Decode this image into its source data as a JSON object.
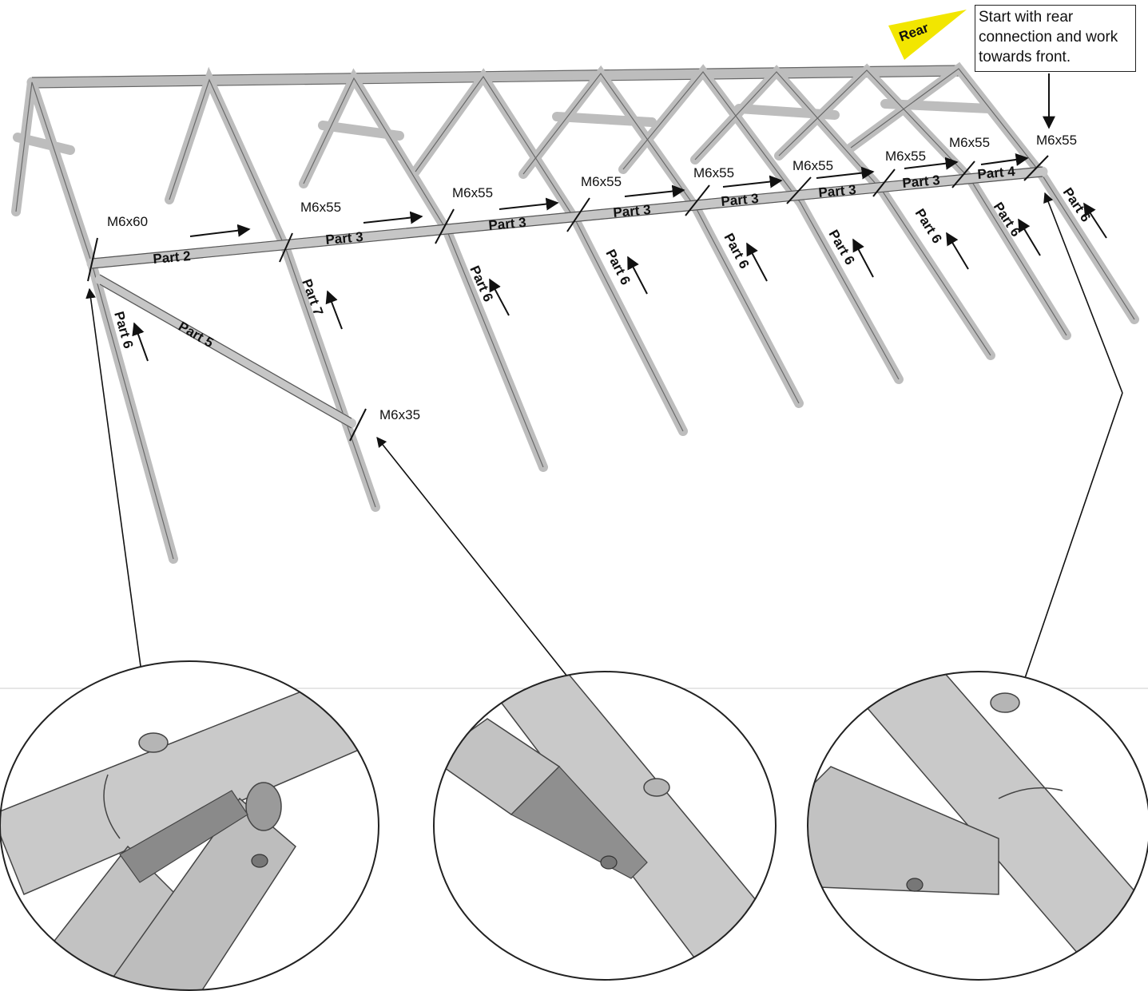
{
  "diagram": {
    "rear_tag": "Rear",
    "note": "Start with rear connection and work towards front.",
    "part_labels": {
      "p2": "Part 2",
      "p3": "Part 3",
      "p4": "Part 4",
      "p5": "Part 5",
      "p6": "Part 6",
      "p7": "Part 7"
    },
    "bolt_labels": {
      "m6x60": "M6x60",
      "m6x55": "M6x55",
      "m6x35": "M6x35"
    },
    "colors": {
      "tube": "#c8c8c8",
      "tube_edge": "#555555",
      "rear_tag": "#f2e600",
      "ink": "#111111"
    }
  }
}
